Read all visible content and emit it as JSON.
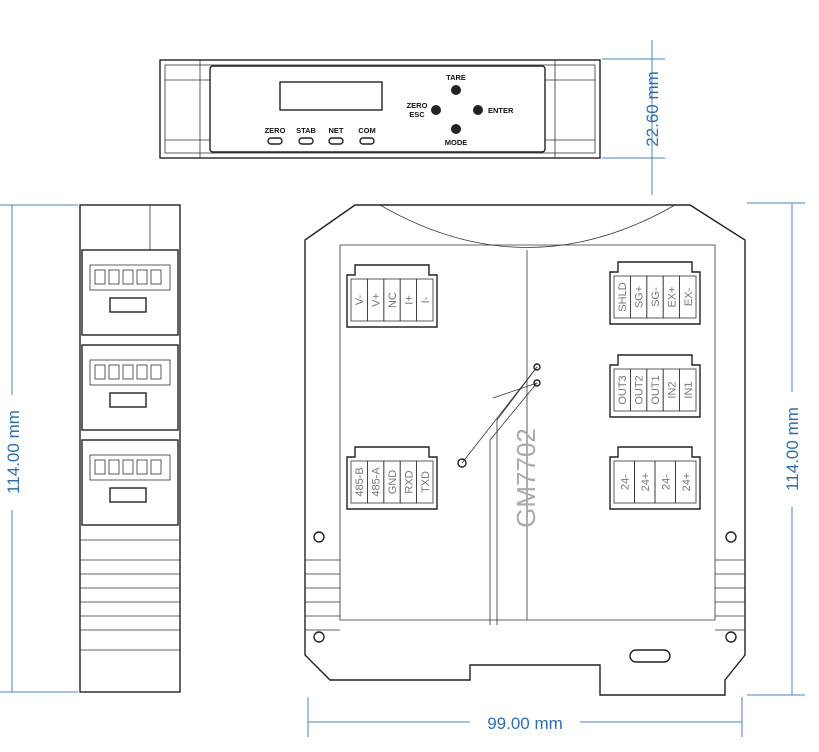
{
  "top_view": {
    "buttons": {
      "tare": "TARE",
      "zero": "ZERO",
      "esc": "ESC",
      "enter": "ENTER",
      "mode": "MODE"
    },
    "indicators": [
      "ZERO",
      "STAB",
      "NET",
      "COM"
    ]
  },
  "main_view": {
    "model": "GM7702",
    "connectors": {
      "left_top": [
        "V-",
        "V+",
        "NC",
        "I+",
        "I-"
      ],
      "left_bottom": [
        "485-B",
        "485-A",
        "GND",
        "RXD",
        "TXD"
      ],
      "right_top": [
        "SHLD",
        "SG+",
        "SG-",
        "EX+",
        "EX-"
      ],
      "right_middle": [
        "OUT3",
        "OUT2",
        "OUT1",
        "IN2",
        "IN1"
      ],
      "right_bottom": [
        "24-",
        "24+",
        "24-",
        "24+"
      ]
    }
  },
  "dimensions": {
    "height_top": "22.60 mm",
    "height_side": "114.00 mm",
    "height_front": "114.00 mm",
    "width_front": "99.00 mm"
  },
  "colors": {
    "dimension": "#4a86c0",
    "outline": "#222222"
  }
}
